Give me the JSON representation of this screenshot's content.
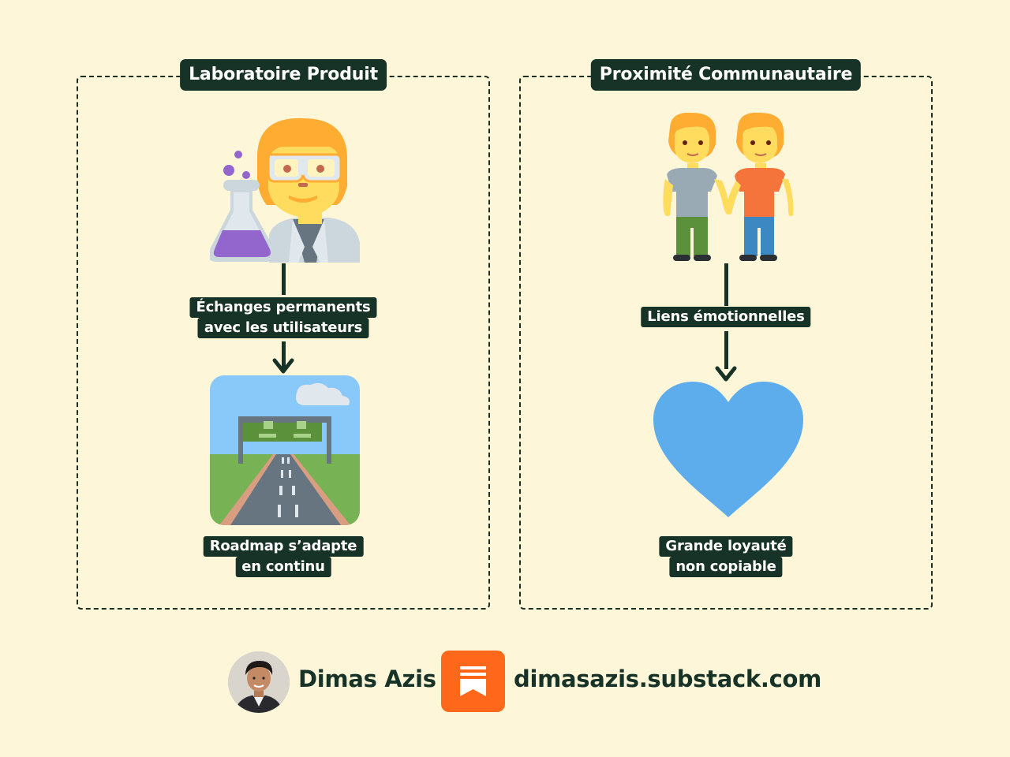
{
  "left_panel": {
    "title": "Laboratoire Produit",
    "edge_label_lines": [
      "Échanges permanents",
      "avec les utilisateurs"
    ],
    "result_label_lines": [
      "Roadmap s’adapte",
      "en continu"
    ],
    "top_icon": "scientist-icon",
    "bottom_icon": "motorway-icon"
  },
  "right_panel": {
    "title": "Proximité Communautaire",
    "edge_label_lines": [
      "Liens émotionnelles"
    ],
    "result_label_lines": [
      "Grande loyauté",
      "non copiable"
    ],
    "top_icon": "people-holding-hands-icon",
    "bottom_icon": "blue-heart-icon"
  },
  "footer": {
    "author": "Dimas Azis",
    "url": "dimasazis.substack.com",
    "avatar_icon": "author-avatar",
    "logo_icon": "substack-logo-icon"
  },
  "colors": {
    "background": "#fdf6d9",
    "dark": "#173227",
    "heart": "#5dadec",
    "substack": "#ff681a"
  }
}
